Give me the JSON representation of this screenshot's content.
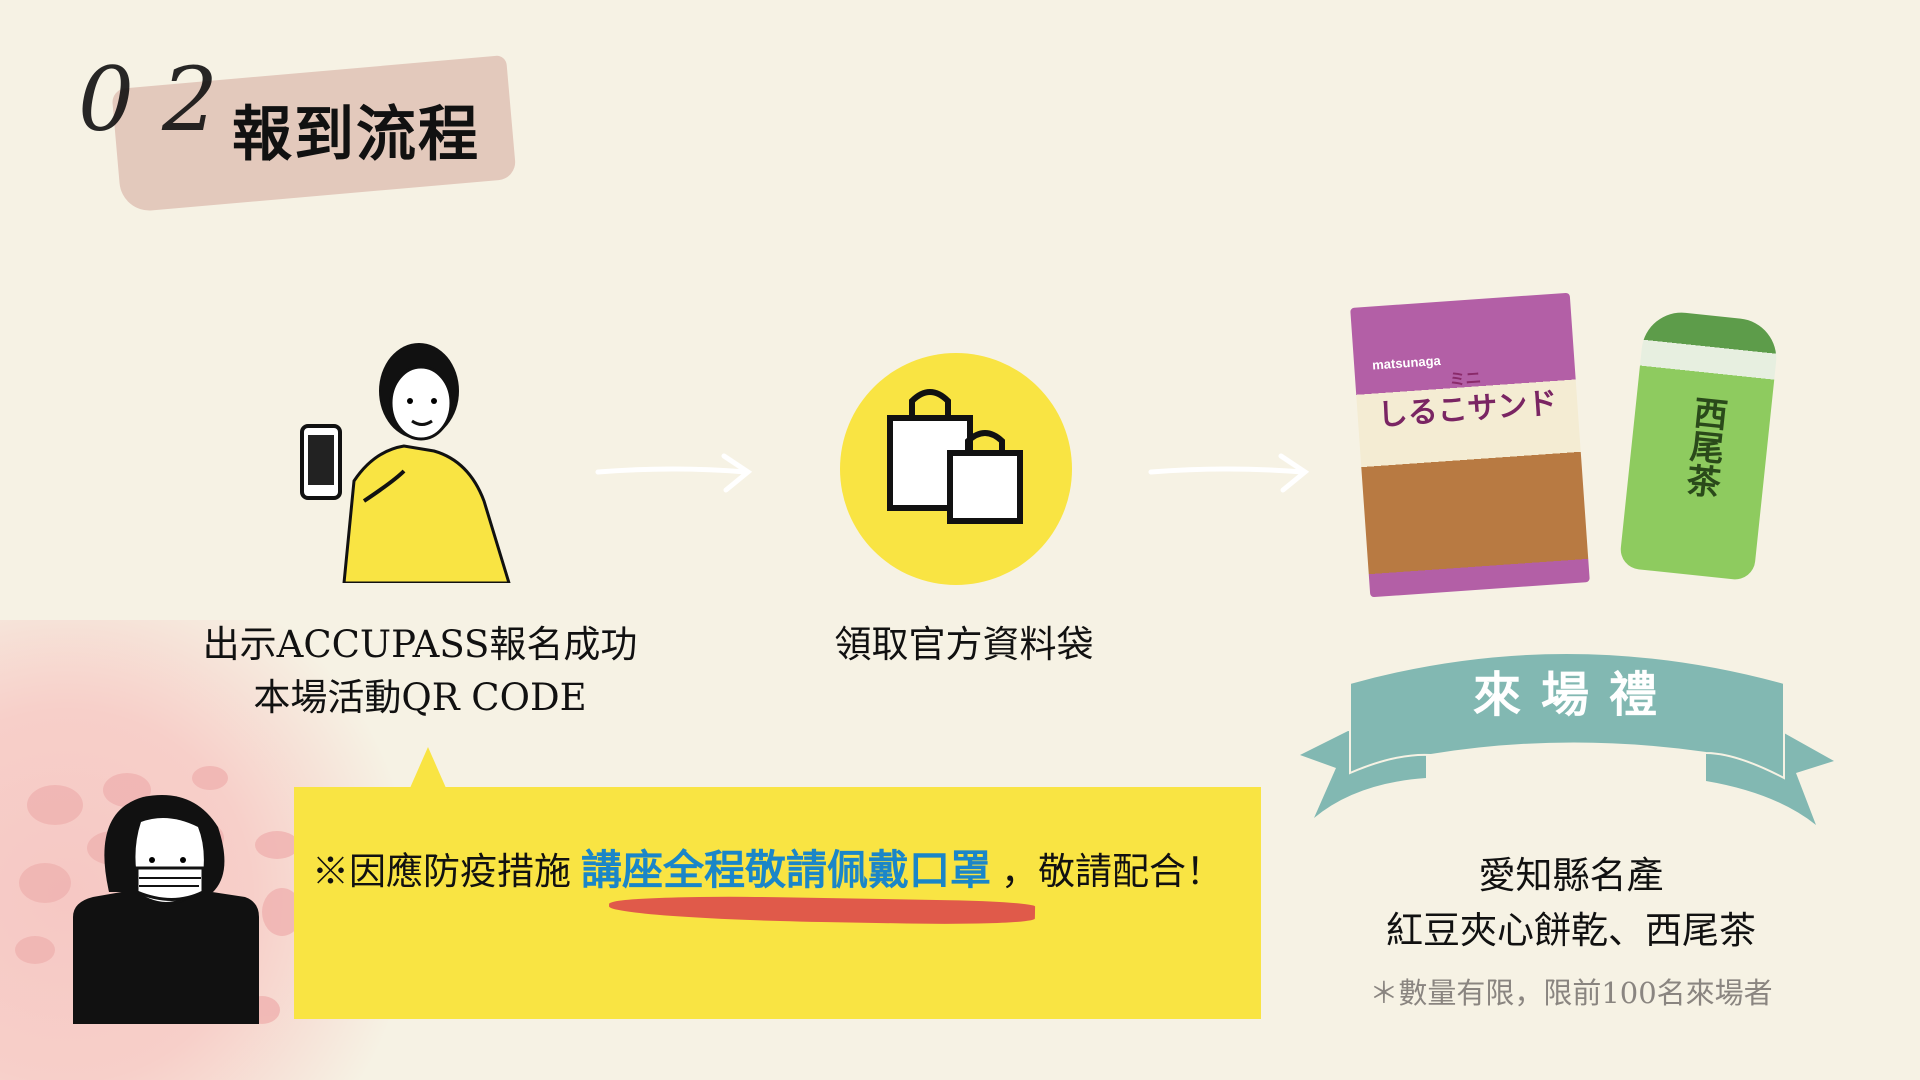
{
  "header": {
    "number": "0 2",
    "title": "報到流程"
  },
  "steps": [
    {
      "line1": "出示ACCUPASS報名成功",
      "line2": "本場活動QR CODE"
    },
    {
      "line1": "領取官方資料袋"
    }
  ],
  "gift": {
    "banner": "來場禮",
    "line1": "愛知縣名產",
    "line2": "紅豆夾心餅乾、西尾茶",
    "note": "＊數量有限，限前100名來場者",
    "products": {
      "snack_brand": "matsunaga",
      "snack_name_small": "ミニ",
      "snack_name": "しるこサンド",
      "tea_name": "西尾茶"
    }
  },
  "notice": {
    "prefix": "※因應防疫措施",
    "highlight": "講座全程敬請佩戴口罩",
    "suffix": "，敬請配合！"
  },
  "colors": {
    "background": "#f6f2e4",
    "yellow": "#f9e443",
    "teal": "#82b8b2",
    "highlight": "#1a86c8",
    "underline": "#e05a4a"
  }
}
